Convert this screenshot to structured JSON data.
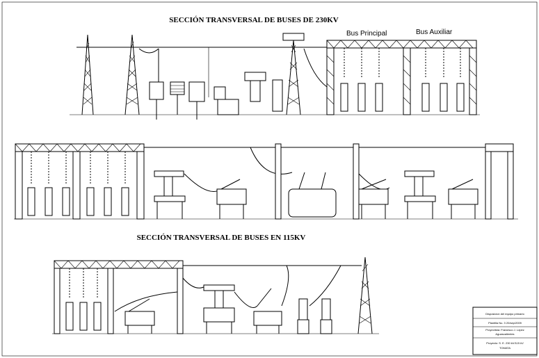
{
  "titles": {
    "section_230": "SECCIÓN TRANSVERSAL DE BUSES DE 230KV",
    "section_115": "SECCIÓN TRANSVERSAL DE BUSES EN 115KV"
  },
  "bus_labels": {
    "principal": "Bus Principal",
    "auxiliar": "Bus Auxiliar"
  },
  "title_block": {
    "line1": "Disposicion del equipo primario",
    "line2": "Plantilla No. 3   20/sep/2009",
    "line3": "Proyectista: Francisco J. López",
    "line4": "Aguascalientes",
    "line5": "Proyecto: S. E. 230 kV/115 kV",
    "line6": "TOMATA"
  }
}
